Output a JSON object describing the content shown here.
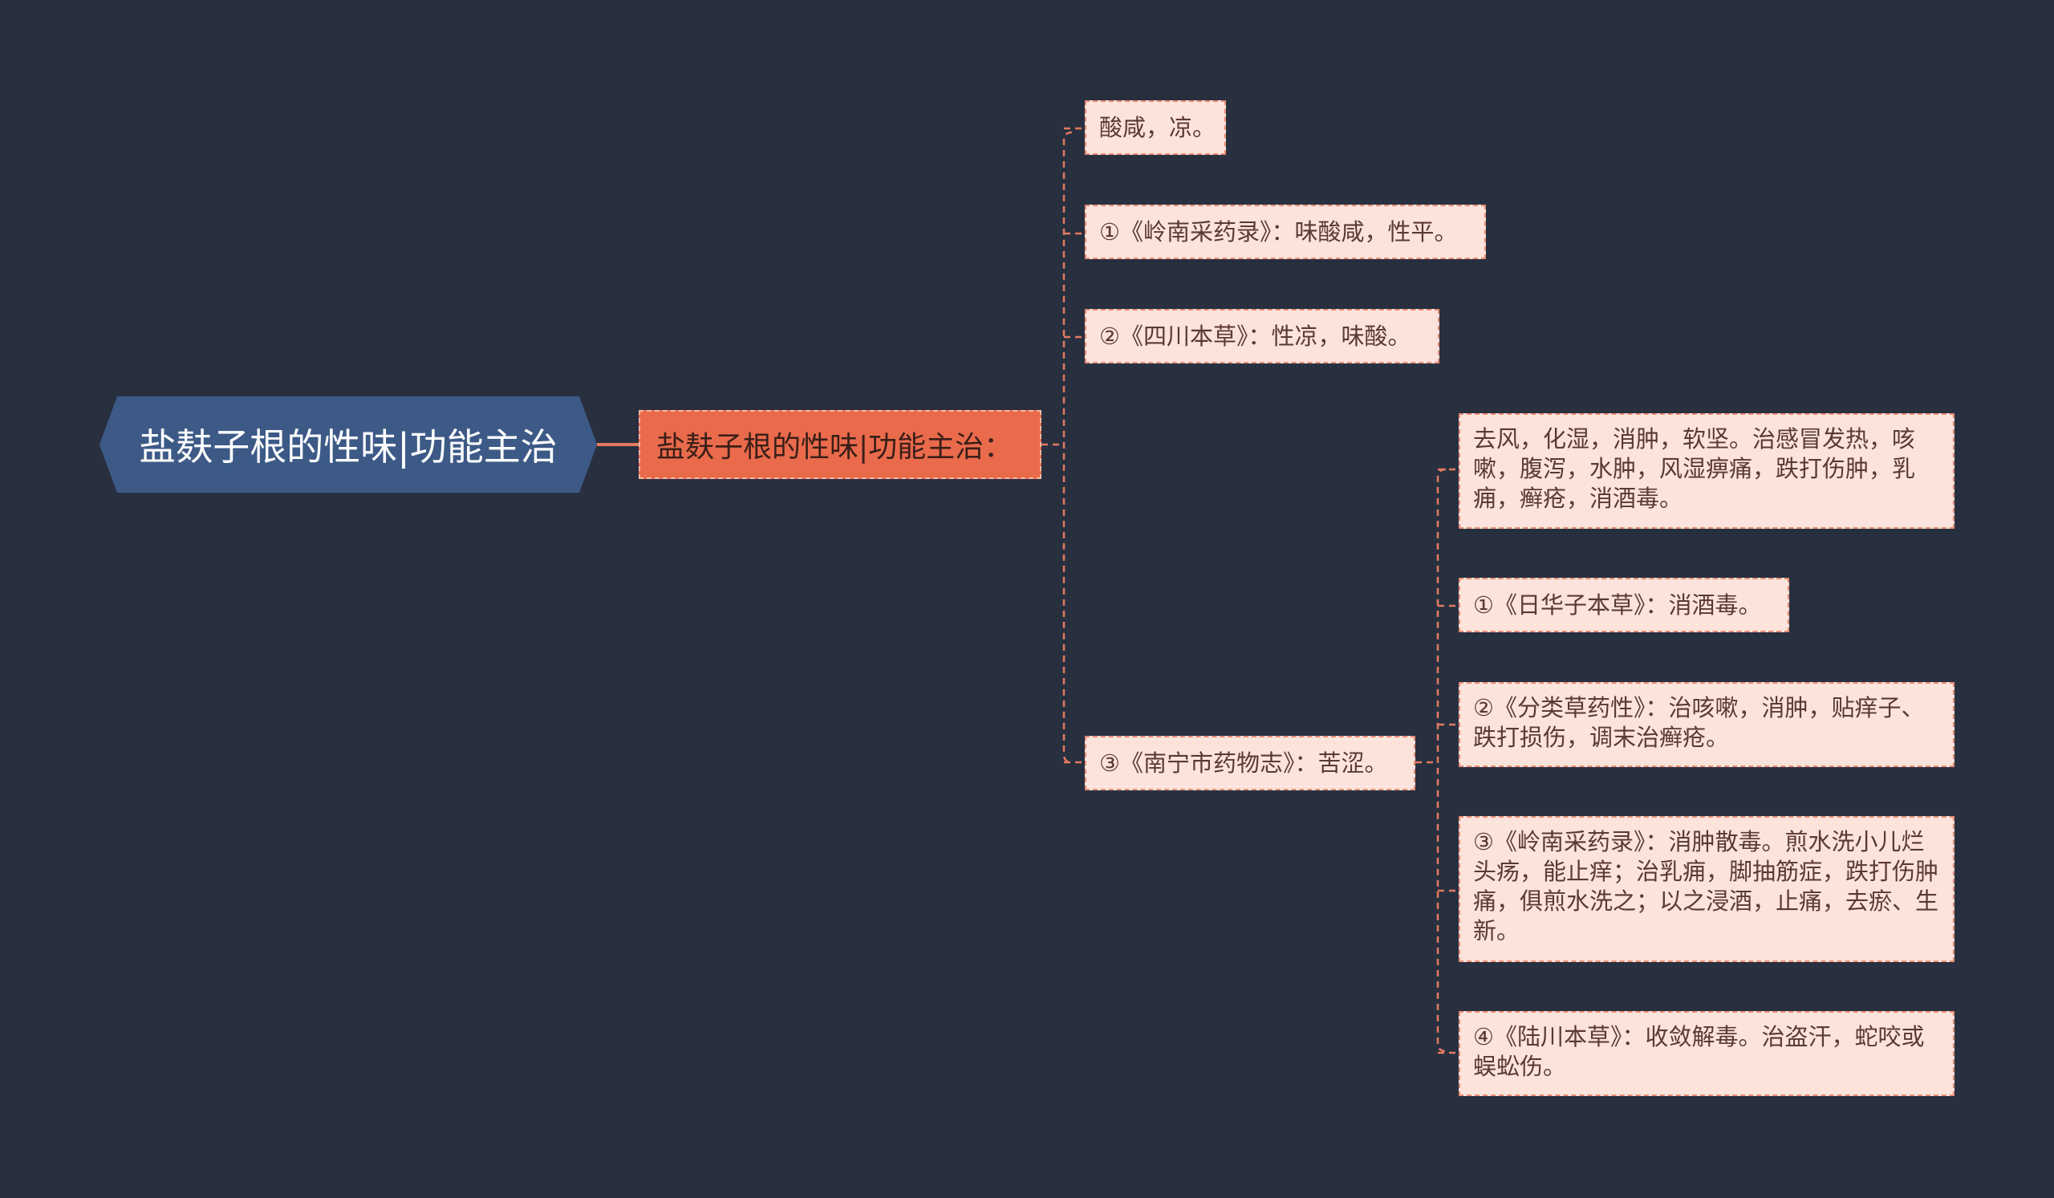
{
  "colors": {
    "background": "#283040",
    "root_fill": "#3d5a87",
    "branch_fill": "#ea6a4c",
    "leaf_fill": "#fce3dc",
    "leaf_border": "#e98a74",
    "connector": "#e47a5f"
  },
  "root": {
    "label": "盐麸子根的性味|功能主治"
  },
  "branch": {
    "label": "盐麸子根的性味|功能主治："
  },
  "nodes": [
    {
      "text": "酸咸，凉。"
    },
    {
      "text": "①《岭南采药录》：味酸咸，性平。"
    },
    {
      "text": "②《四川本草》：性凉，味酸。"
    },
    {
      "text": "③《南宁市药物志》：苦涩。"
    }
  ],
  "sub_nodes": [
    {
      "text": "去风，化湿，消肿，软坚。治感冒发热，咳嗽，腹泻，水肿，风湿痹痛，跌打伤肿，乳痈，癣疮，消酒毒。"
    },
    {
      "text": "①《日华子本草》：消酒毒。"
    },
    {
      "text": "②《分类草药性》：治咳嗽，消肿，贴痒子、跌打损伤，调末治癣疮。"
    },
    {
      "text": "③《岭南采药录》：消肿散毒。煎水洗小儿烂头疡，能止痒；治乳痈，脚抽筋症，跌打伤肿痛，俱煎水洗之；以之浸酒，止痛，去瘀、生新。"
    },
    {
      "text": "④《陆川本草》：收敛解毒。治盗汗，蛇咬或蜈蚣伤。"
    }
  ]
}
